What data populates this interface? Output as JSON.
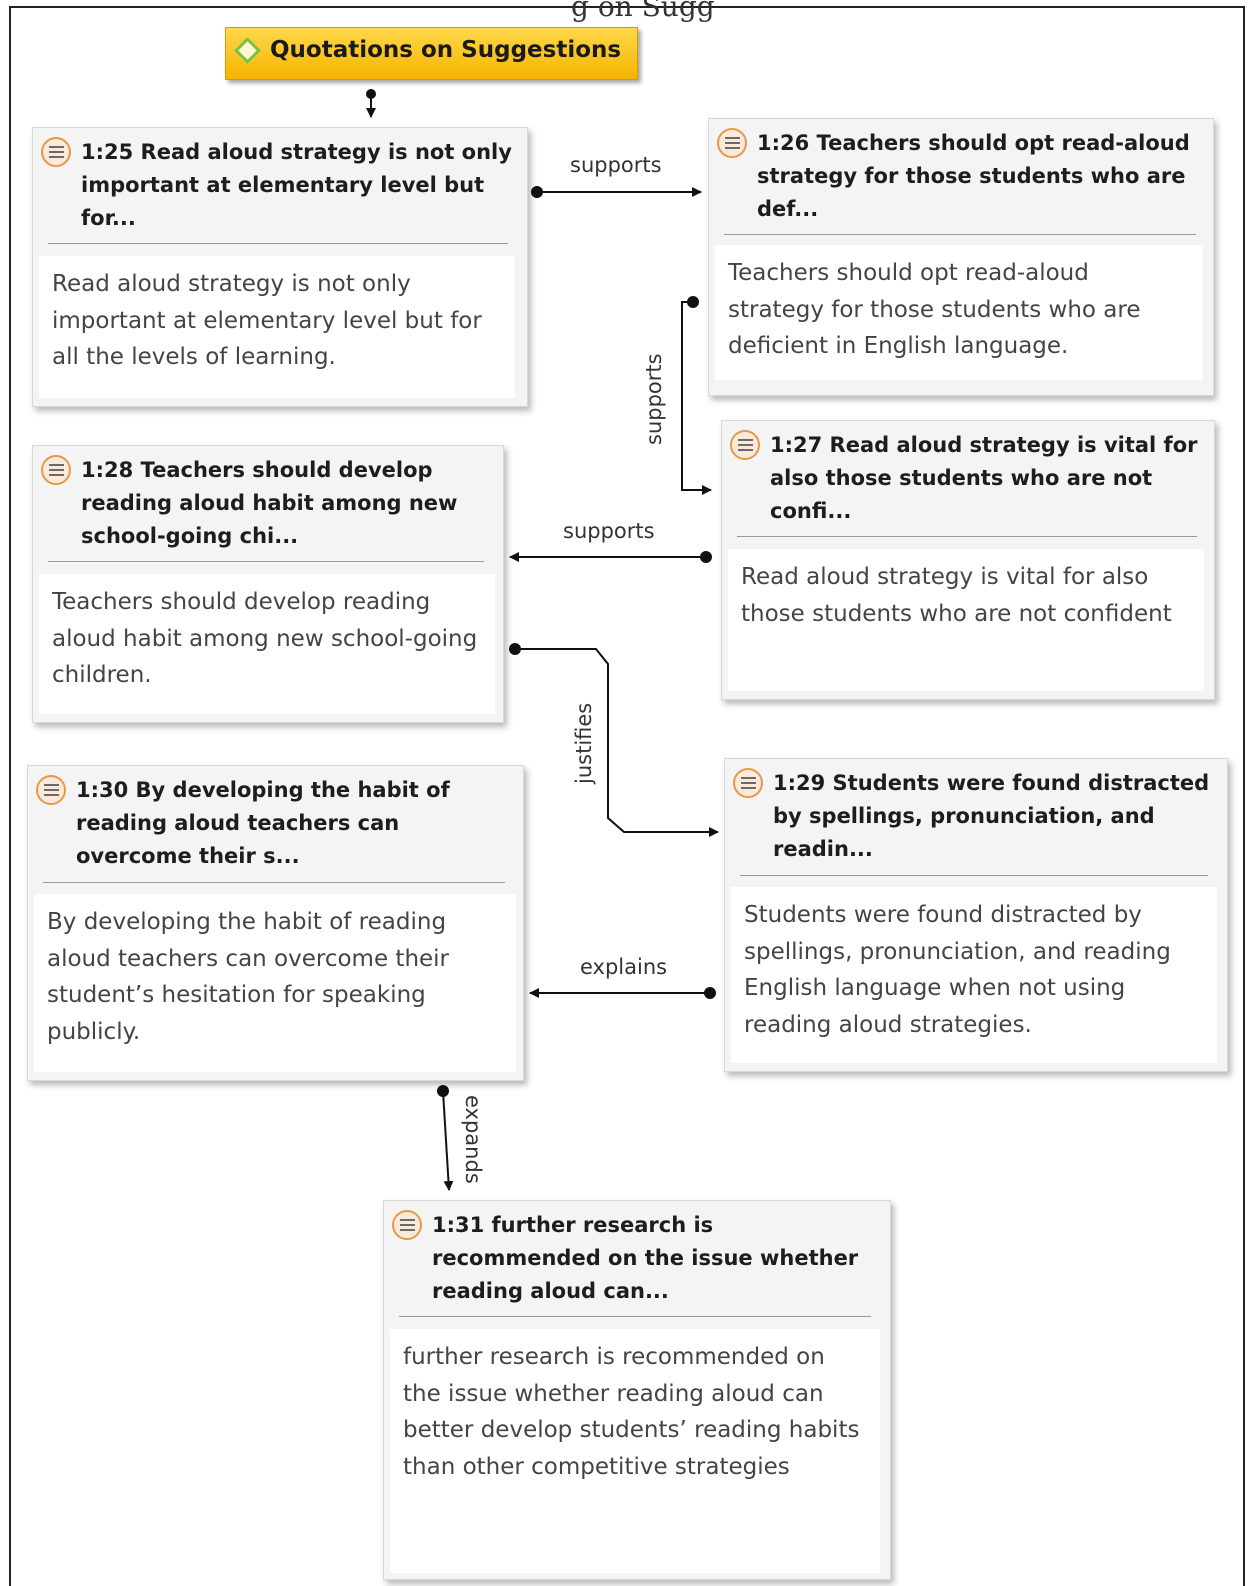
{
  "page_heading_fragment": "g on Sugg",
  "root": {
    "title": "Quotations on Suggestions"
  },
  "nodes": {
    "n125": {
      "title": "1:25 Read aloud strategy is not only important at elementary level but for...",
      "body": "Read aloud strategy is not only important at elementary level but for all the levels of learning."
    },
    "n126": {
      "title": "1:26 Teachers should opt read-aloud strategy for those students who are def...",
      "body": "Teachers should opt read-aloud strategy for those students who are deficient in English language."
    },
    "n127": {
      "title": "1:27 Read aloud strategy is vital for also those students who are not confi...",
      "body": "Read aloud strategy is vital for also those students who are not confident"
    },
    "n128": {
      "title": "1:28 Teachers should develop reading aloud habit among new school-going chi...",
      "body": "Teachers should develop reading aloud habit among new school-going children."
    },
    "n129": {
      "title": "1:29 Students were found distracted by spellings, pronunciation, and readin...",
      "body": "Students were found distracted by spellings, pronunciation, and reading English language when not using reading aloud strategies."
    },
    "n130": {
      "title": "1:30 By developing the habit of reading aloud teachers can overcome their s...",
      "body": "By developing the habit of reading aloud teachers can overcome their student’s hesitation for speaking publicly."
    },
    "n131": {
      "title": "1:31 further research is recommended on the issue whether reading aloud can...",
      "body": "further research is recommended on the issue whether reading aloud can better develop students’ reading habits than other competitive strategies"
    }
  },
  "links": {
    "l1": "supports",
    "l2": "supports",
    "l3": "supports",
    "l4": "justifies",
    "l5": "explains",
    "l6": "expands"
  },
  "icons": {
    "root": "code-diamond-icon",
    "quotation": "quotation-icon"
  },
  "colors": {
    "root_fill": "#f5b400",
    "diamond": "#7ac143",
    "icon_ring": "#e6994a"
  }
}
